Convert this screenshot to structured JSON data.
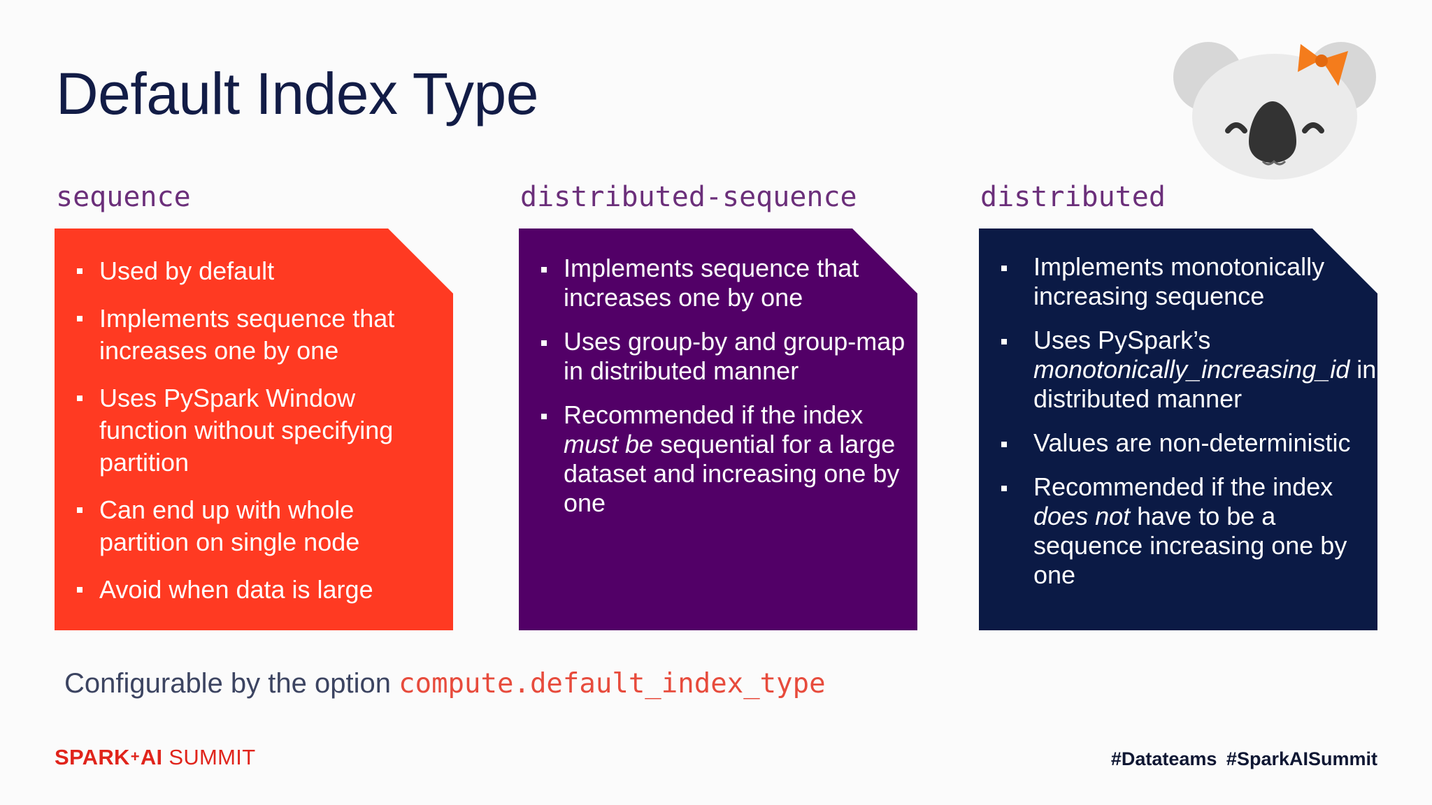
{
  "title": "Default Index Type",
  "columns": [
    {
      "header": "sequence",
      "color": "#ff3a22",
      "items": [
        {
          "text": "Used by default"
        },
        {
          "text": "Implements sequence that increases one by one"
        },
        {
          "text": "Uses PySpark Window function without specifying partition"
        },
        {
          "text": "Can end up with whole partition on single node"
        },
        {
          "text": "Avoid when data is large"
        }
      ]
    },
    {
      "header": "distributed-sequence",
      "color": "#520067",
      "items": [
        {
          "text": "Implements sequence that increases one by one"
        },
        {
          "text": "Uses group-by and group-map in distributed manner"
        },
        {
          "pre": "Recommended if the index ",
          "em": "must be",
          "post": " sequential for a large dataset and increasing one by one"
        }
      ]
    },
    {
      "header": "distributed",
      "color": "#0b1a45",
      "items": [
        {
          "text": "Implements monotonically increasing sequence"
        },
        {
          "pre": "Uses PySpark’s ",
          "em": "monotonically_increasing_id",
          "post": " in distributed manner"
        },
        {
          "text": "Values are non-deterministic"
        },
        {
          "pre": "Recommended if the index ",
          "em": "does not",
          "post": " have to be a sequence increasing one by one"
        }
      ]
    }
  ],
  "footer": {
    "config_text": "Configurable by the option ",
    "config_code": "compute.default_index_type"
  },
  "brand": {
    "part1": "SPARK",
    "plus": "+",
    "part2": "AI",
    "part3": " SUMMIT"
  },
  "hashtags": "#Datateams #SparkAISummit",
  "icons": {
    "mascot": "koala-icon"
  },
  "colors": {
    "title": "#121c46",
    "header": "#6b2f7a",
    "code": "#e74b3c",
    "brand": "#e0241b"
  }
}
